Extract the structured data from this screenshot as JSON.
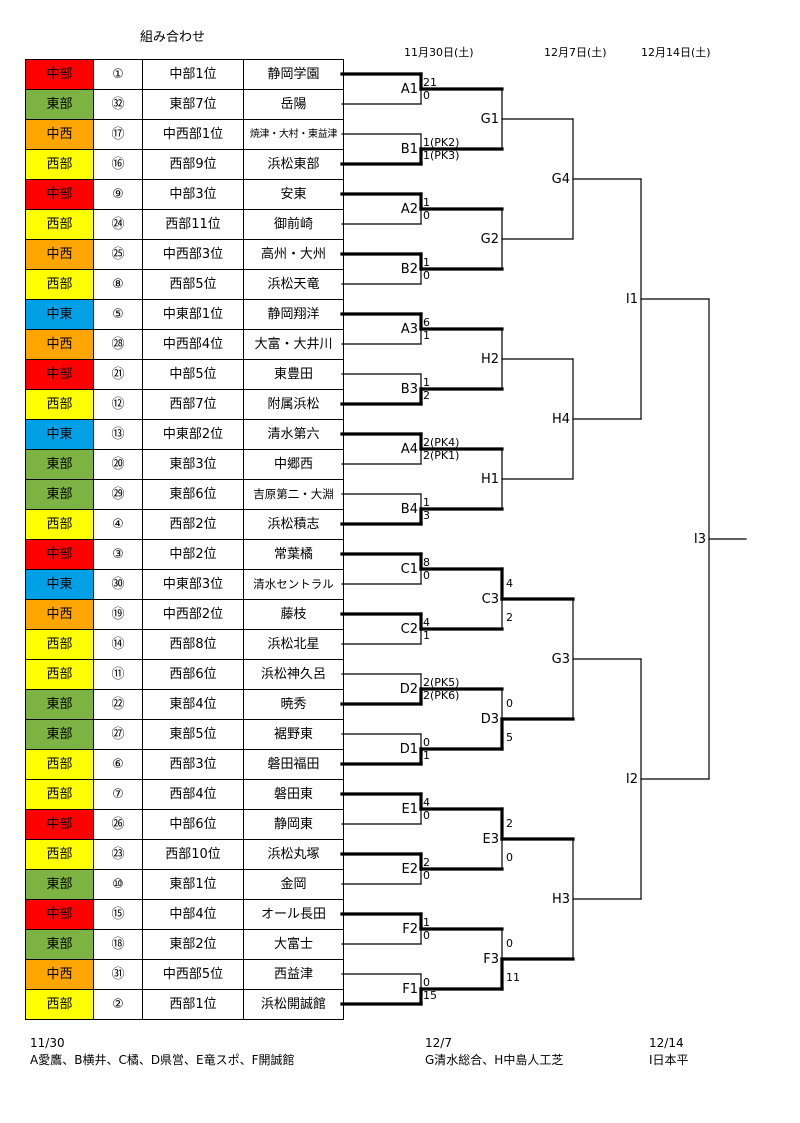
{
  "title": "組み合わせ",
  "dates": {
    "r1": "11月30日(土)",
    "r2": "12月7日(土)",
    "r3": "12月14日(土)"
  },
  "colors": {
    "中部": "#ff0000",
    "東部": "#7cb342",
    "中西": "#ffa500",
    "西部": "#ffff00",
    "中東": "#00a0e6"
  },
  "teams": [
    {
      "region": "中部",
      "seed": "①",
      "rank": "中部1位",
      "school": "静岡学園"
    },
    {
      "region": "東部",
      "seed": "㉜",
      "rank": "東部7位",
      "school": "岳陽"
    },
    {
      "region": "中西",
      "seed": "⑰",
      "rank": "中西部1位",
      "school": "焼津・大村・東益津",
      "small": true
    },
    {
      "region": "西部",
      "seed": "⑯",
      "rank": "西部9位",
      "school": "浜松東部"
    },
    {
      "region": "中部",
      "seed": "⑨",
      "rank": "中部3位",
      "school": "安東"
    },
    {
      "region": "西部",
      "seed": "㉔",
      "rank": "西部11位",
      "school": "御前崎"
    },
    {
      "region": "中西",
      "seed": "㉕",
      "rank": "中西部3位",
      "school": "高州・大州"
    },
    {
      "region": "西部",
      "seed": "⑧",
      "rank": "西部5位",
      "school": "浜松天竜"
    },
    {
      "region": "中東",
      "seed": "⑤",
      "rank": "中東部1位",
      "school": "静岡翔洋"
    },
    {
      "region": "中西",
      "seed": "㉘",
      "rank": "中西部4位",
      "school": "大富・大井川"
    },
    {
      "region": "中部",
      "seed": "㉑",
      "rank": "中部5位",
      "school": "東豊田"
    },
    {
      "region": "西部",
      "seed": "⑫",
      "rank": "西部7位",
      "school": "附属浜松"
    },
    {
      "region": "中東",
      "seed": "⑬",
      "rank": "中東部2位",
      "school": "清水第六"
    },
    {
      "region": "東部",
      "seed": "⑳",
      "rank": "東部3位",
      "school": "中郷西"
    },
    {
      "region": "東部",
      "seed": "㉙",
      "rank": "東部6位",
      "school": "吉原第二・大淵",
      "mid": true
    },
    {
      "region": "西部",
      "seed": "④",
      "rank": "西部2位",
      "school": "浜松積志"
    },
    {
      "region": "中部",
      "seed": "③",
      "rank": "中部2位",
      "school": "常葉橘"
    },
    {
      "region": "中東",
      "seed": "㉚",
      "rank": "中東部3位",
      "school": "清水セントラル",
      "mid": true
    },
    {
      "region": "中西",
      "seed": "⑲",
      "rank": "中西部2位",
      "school": "藤枝"
    },
    {
      "region": "西部",
      "seed": "⑭",
      "rank": "西部8位",
      "school": "浜松北星"
    },
    {
      "region": "西部",
      "seed": "⑪",
      "rank": "西部6位",
      "school": "浜松神久呂"
    },
    {
      "region": "東部",
      "seed": "㉒",
      "rank": "東部4位",
      "school": "暁秀"
    },
    {
      "region": "東部",
      "seed": "㉗",
      "rank": "東部5位",
      "school": "裾野東"
    },
    {
      "region": "西部",
      "seed": "⑥",
      "rank": "西部3位",
      "school": "磐田福田"
    },
    {
      "region": "西部",
      "seed": "⑦",
      "rank": "西部4位",
      "school": "磐田東"
    },
    {
      "region": "中部",
      "seed": "㉖",
      "rank": "中部6位",
      "school": "静岡東"
    },
    {
      "region": "西部",
      "seed": "㉓",
      "rank": "西部10位",
      "school": "浜松丸塚"
    },
    {
      "region": "東部",
      "seed": "⑩",
      "rank": "東部1位",
      "school": "金岡"
    },
    {
      "region": "中部",
      "seed": "⑮",
      "rank": "中部4位",
      "school": "オール長田"
    },
    {
      "region": "東部",
      "seed": "⑱",
      "rank": "東部2位",
      "school": "大富士"
    },
    {
      "region": "中西",
      "seed": "㉛",
      "rank": "中西部5位",
      "school": "西益津"
    },
    {
      "region": "西部",
      "seed": "②",
      "rank": "西部1位",
      "school": "浜松開誠館"
    }
  ],
  "round1": [
    {
      "label": "A1",
      "s_top": "21",
      "s_bot": "0",
      "winner": "top"
    },
    {
      "label": "B1",
      "s_top": "1(PK2)",
      "s_bot": "1(PK3)",
      "winner": "bot"
    },
    {
      "label": "A2",
      "s_top": "1",
      "s_bot": "0",
      "winner": "top"
    },
    {
      "label": "B2",
      "s_top": "1",
      "s_bot": "0",
      "winner": "top"
    },
    {
      "label": "A3",
      "s_top": "6",
      "s_bot": "1",
      "winner": "top"
    },
    {
      "label": "B3",
      "s_top": "1",
      "s_bot": "2",
      "winner": "bot"
    },
    {
      "label": "A4",
      "s_top": "2(PK4)",
      "s_bot": "2(PK1)",
      "winner": "top"
    },
    {
      "label": "B4",
      "s_top": "1",
      "s_bot": "3",
      "winner": "bot"
    },
    {
      "label": "C1",
      "s_top": "8",
      "s_bot": "0",
      "winner": "top"
    },
    {
      "label": "C2",
      "s_top": "4",
      "s_bot": "1",
      "winner": "top"
    },
    {
      "label": "D2",
      "s_top": "2(PK5)",
      "s_bot": "2(PK6)",
      "winner": "bot"
    },
    {
      "label": "D1",
      "s_top": "0",
      "s_bot": "1",
      "winner": "bot"
    },
    {
      "label": "E1",
      "s_top": "4",
      "s_bot": "0",
      "winner": "top"
    },
    {
      "label": "E2",
      "s_top": "2",
      "s_bot": "0",
      "winner": "top"
    },
    {
      "label": "F2",
      "s_top": "1",
      "s_bot": "0",
      "winner": "top"
    },
    {
      "label": "F1",
      "s_top": "0",
      "s_bot": "15",
      "winner": "bot"
    }
  ],
  "round2": [
    {
      "label": "G1",
      "s_top": "",
      "s_bot": "",
      "winner": ""
    },
    {
      "label": "G2",
      "s_top": "",
      "s_bot": "",
      "winner": ""
    },
    {
      "label": "H2",
      "s_top": "",
      "s_bot": "",
      "winner": ""
    },
    {
      "label": "H1",
      "s_top": "",
      "s_bot": "",
      "winner": ""
    },
    {
      "label": "C3",
      "s_top": "4",
      "s_bot": "2",
      "winner": "top"
    },
    {
      "label": "D3",
      "s_top": "0",
      "s_bot": "5",
      "winner": "bot"
    },
    {
      "label": "E3",
      "s_top": "2",
      "s_bot": "0",
      "winner": "top"
    },
    {
      "label": "F3",
      "s_top": "0",
      "s_bot": "11",
      "winner": "bot"
    }
  ],
  "round3": [
    {
      "label": "G4"
    },
    {
      "label": "H4"
    },
    {
      "label": "G3"
    },
    {
      "label": "H3"
    }
  ],
  "round4": [
    {
      "label": "I1"
    },
    {
      "label": "I2"
    }
  ],
  "final": {
    "label": "I3"
  },
  "footer": {
    "d1": "11/30",
    "v1": "A愛鷹、B横井、C橘、D県営、E竜スポ、F開誠館",
    "d2": "12/7",
    "v2": "G清水総合、H中島人工芝",
    "d3": "12/14",
    "v3": "I日本平"
  }
}
